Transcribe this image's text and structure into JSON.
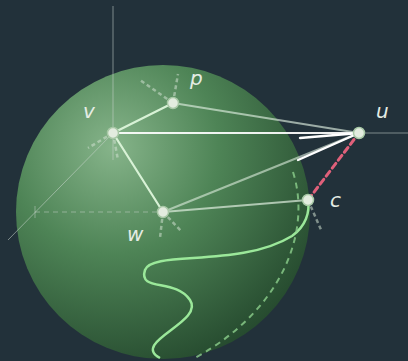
{
  "diagram": {
    "labels": [
      "p",
      "v",
      "u",
      "c",
      "w"
    ]
  }
}
